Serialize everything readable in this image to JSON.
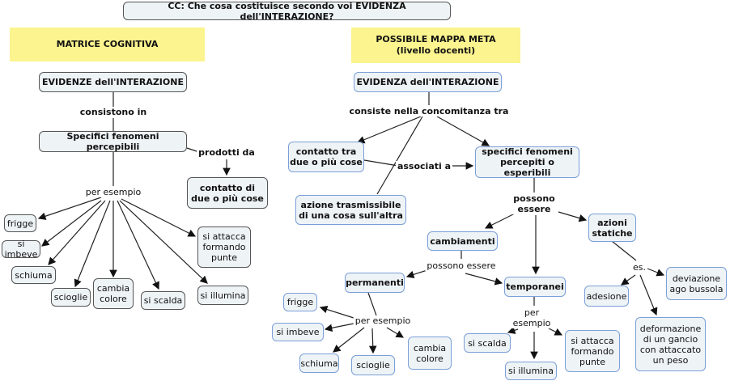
{
  "title": "CC: Che cosa costituisce secondo voi EVIDENZA dell'INTERAZIONE?",
  "left": {
    "header": "MATRICE COGNITIVA",
    "root": "EVIDENZE dell'INTERAZIONE",
    "link1": "consistono in",
    "phenomena": "Specifici fenomeni percepibili",
    "link2": "prodotti da",
    "contact": "contatto di\ndue o più cose",
    "link3": "per esempio",
    "examples": [
      "frigge",
      "si imbeve",
      "schiuma",
      "scioglie",
      "cambia\ncolore",
      "si scalda",
      "si attacca\nformando\npunte",
      "si illumina"
    ]
  },
  "right": {
    "header": "POSSIBILE MAPPA META\n(livello docenti)",
    "root": "EVIDENZA dell'INTERAZIONE",
    "link1": "consiste nella concomitanza tra",
    "contact": "contatto tra\ndue o più cose",
    "link_assoc": "associati a",
    "phenomena": "specifici fenomeni\npercepiti o esperibili",
    "action": "azione trasmissibile\ndi una cosa sull'altra",
    "link2": "possono\nessere",
    "changes": "cambiamenti",
    "static": "azioni\nstatiche",
    "link3": "possono essere",
    "permanent": "permanenti",
    "temporary": "temporanei",
    "link_es": "es.",
    "static_examples": [
      "deviazione\nago bussola",
      "adesione",
      "deformazione\ndi un gancio\ncon attaccato\nun peso"
    ],
    "link_perm": "per esempio",
    "perm_examples": [
      "frigge",
      "si imbeve",
      "cambia\ncolore",
      "schiuma",
      "scioglie"
    ],
    "link_temp": "per\nesempio",
    "temp_examples": [
      "si scalda",
      "si illumina",
      "si attacca\nformando\npunte"
    ]
  }
}
